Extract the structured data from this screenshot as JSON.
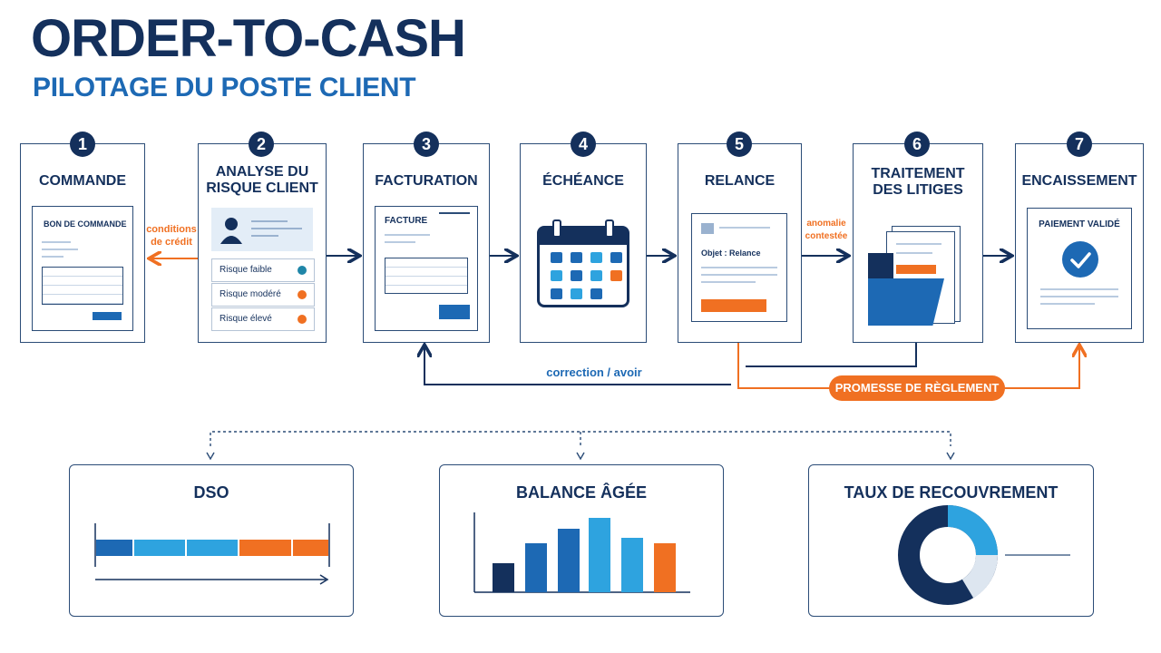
{
  "header": {
    "title": "ORDER-TO-CASH",
    "subtitle": "PILOTAGE DU POSTE CLIENT"
  },
  "steps": [
    {
      "number": "1",
      "title": "COMMANDE",
      "doc_label": "BON DE COMMANDE"
    },
    {
      "number": "2",
      "title": "ANALYSE DU RISQUE CLIENT",
      "risks": [
        {
          "label": "Risque faible",
          "color": "#1f86a8"
        },
        {
          "label": "Risque modéré",
          "color": "#f07022"
        },
        {
          "label": "Risque élevé",
          "color": "#f07022"
        }
      ]
    },
    {
      "number": "3",
      "title": "FACTURATION",
      "doc_label": "FACTURE"
    },
    {
      "number": "4",
      "title": "ÉCHÉANCE"
    },
    {
      "number": "5",
      "title": "RELANCE",
      "doc_label": "Objet : Relance"
    },
    {
      "number": "6",
      "title": "TRAITEMENT DES LITIGES"
    },
    {
      "number": "7",
      "title": "ENCAISSEMENT",
      "doc_label": "PAIEMENT VALIDÉ"
    }
  ],
  "connectors": {
    "credit_conditions": "conditions de crédit",
    "contested_anomaly": "anomalie contestée",
    "correction": "correction / avoir",
    "payment_promise": "PROMESSE DE RÈGLEMENT"
  },
  "kpis": [
    {
      "title": "DSO"
    },
    {
      "title": "BALANCE ÂGÉE"
    },
    {
      "title": "TAUX DE RECOUVREMENT"
    }
  ],
  "colors": {
    "navy": "#14305c",
    "blue": "#1d69b4",
    "light_blue": "#2ea3df",
    "orange": "#f07022"
  }
}
